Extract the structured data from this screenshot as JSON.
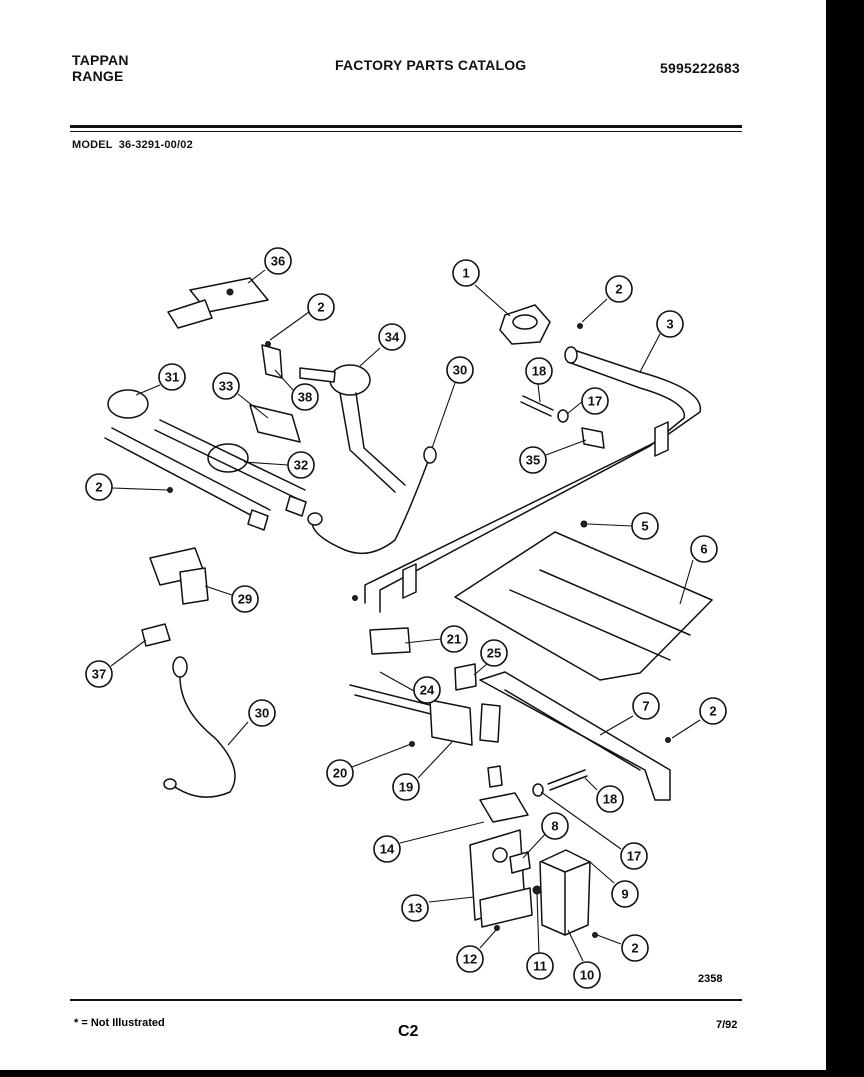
{
  "header": {
    "brand_line1": "TAPPAN",
    "brand_line2": "RANGE",
    "catalog_title": "FACTORY PARTS CATALOG",
    "catalog_number": "5995222683",
    "model_label": "MODEL",
    "model_number": "36-3291-00/02"
  },
  "diagram": {
    "drawing_number": "2358",
    "callouts": [
      "36",
      "2",
      "34",
      "1",
      "2",
      "3",
      "31",
      "33",
      "38",
      "30",
      "18",
      "17",
      "35",
      "32",
      "2",
      "5",
      "6",
      "29",
      "21",
      "37",
      "25",
      "24",
      "7",
      "2",
      "30",
      "20",
      "19",
      "18",
      "14",
      "8",
      "17",
      "9",
      "13",
      "2",
      "12",
      "11",
      "10"
    ]
  },
  "footer": {
    "footnote": "* = Not Illustrated",
    "page_code": "C2",
    "date": "7/92"
  }
}
